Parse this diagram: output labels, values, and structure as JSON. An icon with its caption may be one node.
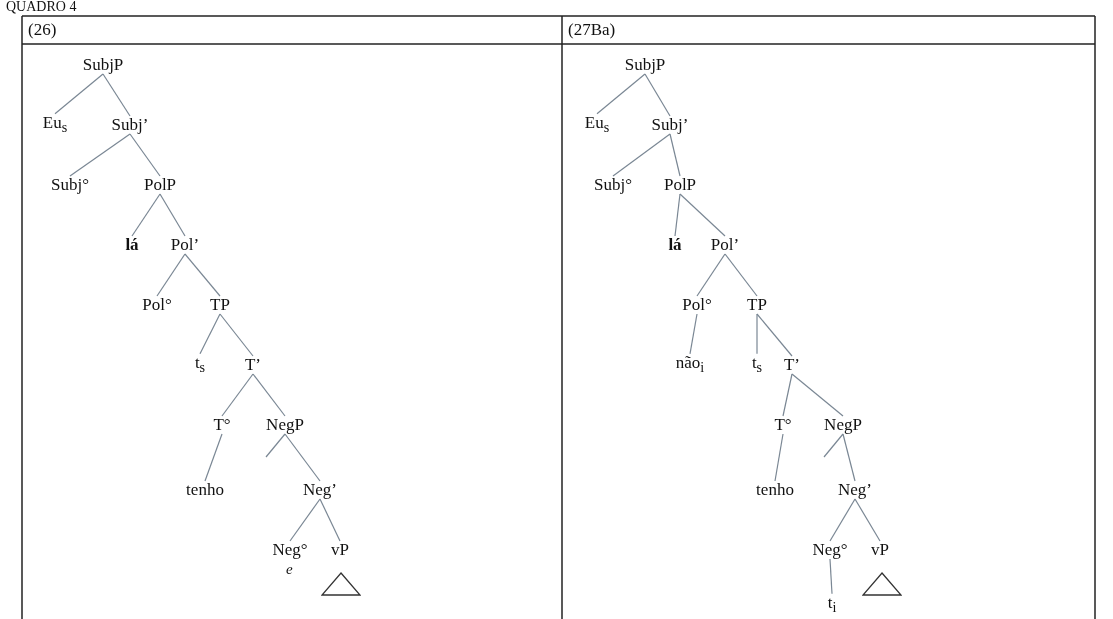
{
  "diagram": {
    "title": "QUADRO 4",
    "labels": [
      "(26)",
      "(27Ba)"
    ],
    "nodes": [
      {
        "text": [
          "SubjP"
        ]
      },
      {
        "text": [
          "Eu$_{s}$"
        ]
      },
      {
        "text": [
          "Subj’"
        ]
      },
      {
        "text": [
          "Subj°"
        ]
      },
      {
        "text": [
          "PolP"
        ]
      },
      {
        "text": [
          "lá"
        ]
      },
      {
        "text": [
          "Pol’"
        ]
      },
      {
        "text": [
          "Pol°"
        ]
      },
      {
        "text": [
          "TP"
        ]
      },
      {
        "text": [
          "t$_{s}$"
        ]
      },
      {
        "text": [
          "T’"
        ]
      },
      {
        "text": [
          "T°"
        ]
      },
      {
        "text": [
          "NegP"
        ]
      },
      {
        "text": [
          "tenho"
        ]
      },
      {
        "text": [
          "Neg’"
        ]
      },
      {
        "text": [
          "Neg°"
        ],
        "beside": [
          "e"
        ]
      },
      {
        "text": [
          "vP"
        ]
      },
      {
        "text": [],
        "shape": "triangle"
      },
      {
        "text": [
          "SubjP"
        ]
      },
      {
        "text": [
          "Eu$_{s}$"
        ]
      },
      {
        "text": [
          "Subj’"
        ]
      },
      {
        "text": [
          "Subj°"
        ]
      },
      {
        "text": [
          "PolP"
        ]
      },
      {
        "text": [
          "lá"
        ]
      },
      {
        "text": [
          "Pol’"
        ]
      },
      {
        "text": [
          "Pol°"
        ]
      },
      {
        "text": [
          "TP"
        ]
      },
      {
        "text": [
          "não$_{i}$"
        ]
      },
      {
        "text": [
          "t$_{s}$"
        ]
      },
      {
        "text": [
          "T’"
        ]
      },
      {
        "text": [
          "T°"
        ]
      },
      {
        "text": [
          "NegP"
        ]
      },
      {
        "text": [
          "tenho"
        ]
      },
      {
        "text": [
          "Neg’"
        ]
      },
      {
        "text": [
          "Neg°"
        ]
      },
      {
        "text": [
          "vP"
        ]
      },
      {
        "text": [],
        "shape": "triangle"
      },
      {
        "text": [
          "t$_{i}$"
        ]
      }
    ],
    "edges": [
      {
        "from": 0,
        "to": 1,
        "arrow": "none"
      },
      {
        "from": 0,
        "to": 2,
        "arrow": "none"
      },
      {
        "from": 2,
        "to": 3,
        "arrow": "none"
      },
      {
        "from": 2,
        "to": 4,
        "arrow": "none"
      },
      {
        "from": 4,
        "to": 5,
        "arrow": "none"
      },
      {
        "from": 4,
        "to": 6,
        "arrow": "none"
      },
      {
        "from": 6,
        "to": 7,
        "arrow": "none"
      },
      {
        "from": 6,
        "to": 8,
        "arrow": "none"
      },
      {
        "from": 8,
        "to": 9,
        "arrow": "none"
      },
      {
        "from": 8,
        "to": 10,
        "arrow": "none"
      },
      {
        "from": 10,
        "to": 11,
        "arrow": "none"
      },
      {
        "from": 10,
        "to": 12,
        "arrow": "none"
      },
      {
        "from": 11,
        "to": 13,
        "arrow": "none"
      },
      {
        "from": 12,
        "to": null,
        "arrow": "none"
      },
      {
        "from": 12,
        "to": 14,
        "arrow": "none"
      },
      {
        "from": 14,
        "to": 15,
        "arrow": "none"
      },
      {
        "from": 14,
        "to": 16,
        "arrow": "none"
      },
      {
        "from": 18,
        "to": 19,
        "arrow": "none"
      },
      {
        "from": 18,
        "to": 20,
        "arrow": "none"
      },
      {
        "from": 20,
        "to": 21,
        "arrow": "none"
      },
      {
        "from": 20,
        "to": 22,
        "arrow": "none"
      },
      {
        "from": 22,
        "to": 23,
        "arrow": "none"
      },
      {
        "from": 22,
        "to": 24,
        "arrow": "none"
      },
      {
        "from": 24,
        "to": 25,
        "arrow": "none"
      },
      {
        "from": 24,
        "to": 26,
        "arrow": "none"
      },
      {
        "from": 25,
        "to": 27,
        "arrow": "none"
      },
      {
        "from": 26,
        "to": 28,
        "arrow": "none"
      },
      {
        "from": 26,
        "to": 29,
        "arrow": "none"
      },
      {
        "from": 29,
        "to": 30,
        "arrow": "none"
      },
      {
        "from": 29,
        "to": 31,
        "arrow": "none"
      },
      {
        "from": 30,
        "to": 32,
        "arrow": "none"
      },
      {
        "from": 31,
        "to": null,
        "arrow": "none"
      },
      {
        "from": 31,
        "to": 33,
        "arrow": "none"
      },
      {
        "from": 33,
        "to": 34,
        "arrow": "none"
      },
      {
        "from": 33,
        "to": 35,
        "arrow": "none"
      },
      {
        "from": 34,
        "to": 37,
        "arrow": "none"
      }
    ]
  }
}
